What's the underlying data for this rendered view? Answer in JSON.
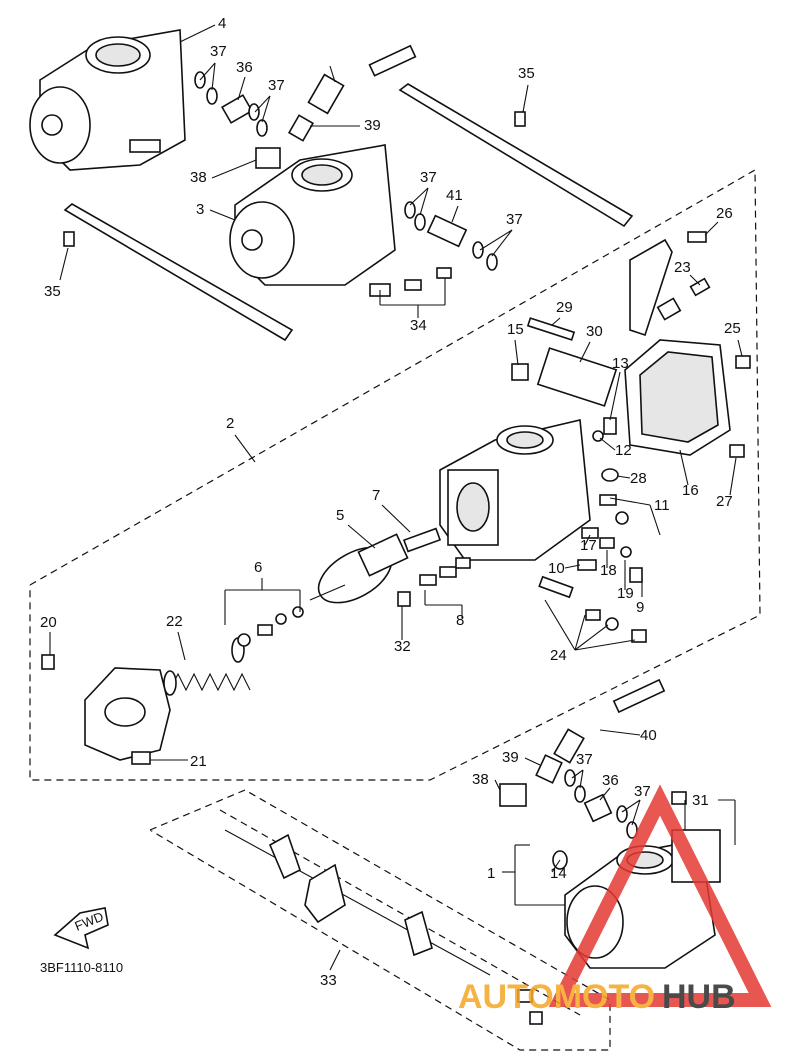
{
  "callouts": [
    "1",
    "2",
    "3",
    "4",
    "5",
    "6",
    "7",
    "8",
    "9",
    "10",
    "11",
    "12",
    "13",
    "14",
    "15",
    "16",
    "17",
    "18",
    "19",
    "20",
    "21",
    "22",
    "23",
    "24",
    "25",
    "26",
    "27",
    "28",
    "29",
    "30",
    "31",
    "32",
    "33",
    "34",
    "35",
    "36",
    "37",
    "38",
    "39",
    "40",
    "41"
  ],
  "drawing_code": "3BF1110-8110",
  "fwd_label": "FWD",
  "watermark": {
    "part1": "AUTOMOTO",
    "part2": "HUB",
    "color1": "#f5a623",
    "color2": "#2b2b2b",
    "triangle_color": "#e53935"
  },
  "colors": {
    "line": "#111111",
    "paper": "#ffffff"
  }
}
